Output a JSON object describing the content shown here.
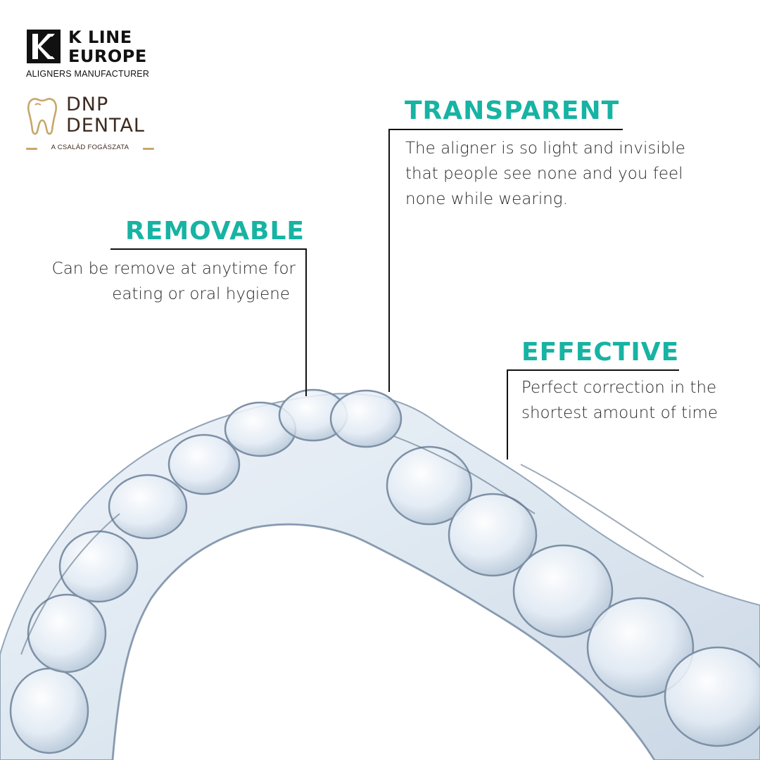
{
  "brand": {
    "kline_line1": "K LINE",
    "kline_line2": "EUROPE",
    "kline_tagline": "ALIGNERS MANUFACTURER",
    "dnp_line1": "DNP",
    "dnp_line2": "DENTAL",
    "dnp_tagline": "A CSALÁD FOGÁSZATA",
    "colors": {
      "kline": "#111111",
      "dnp_text": "#3d2b1f",
      "dnp_gold": "#c7a76b"
    }
  },
  "accent_color": "#17b3a3",
  "features": {
    "transparent": {
      "title": "TRANSPARENT",
      "lines": [
        "The aligner is so light and invisible",
        "that people see none and you feel",
        "none while wearing."
      ]
    },
    "removable": {
      "title": "REMOVABLE",
      "lines": [
        "Can be remove at anytime for",
        "eating or oral hygiene"
      ]
    },
    "effective": {
      "title": "EFFECTIVE",
      "lines": [
        "Perfect correction in the",
        "shortest amount of time"
      ]
    }
  },
  "image": {
    "icon": "clear-aligner-photo"
  }
}
